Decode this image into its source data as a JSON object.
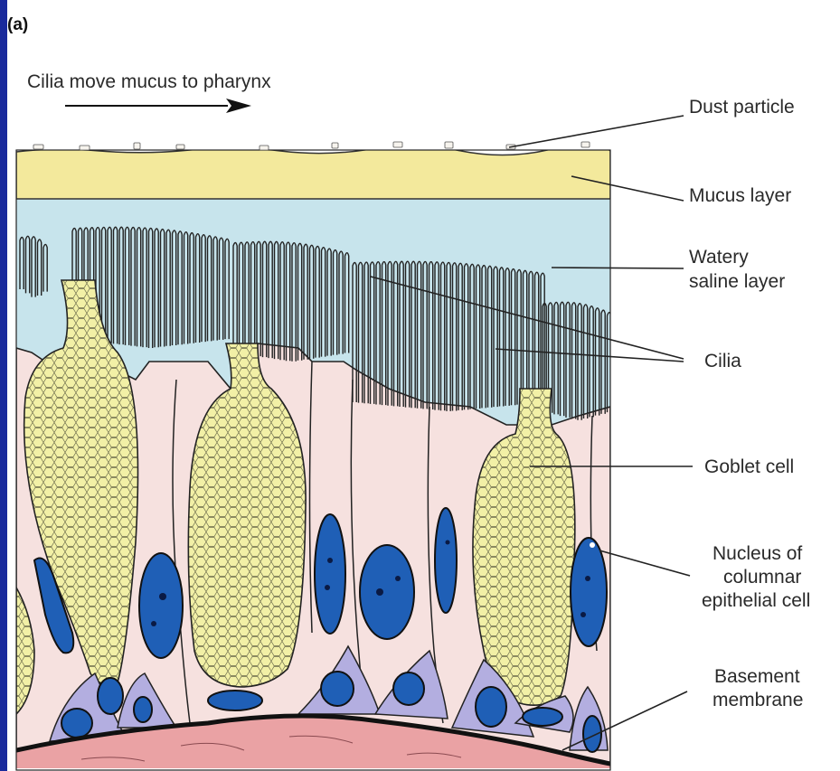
{
  "panel_label": "(a)",
  "flow_caption": "Cilia move mucus to pharynx",
  "labels": {
    "dust_particle": "Dust particle",
    "mucus_layer": "Mucus layer",
    "watery_line1": "Watery",
    "watery_line2": "saline layer",
    "cilia": "Cilia",
    "goblet_cell": "Goblet cell",
    "nucleus_line1": "Nucleus of",
    "nucleus_line2": "columnar",
    "nucleus_line3": "epithelial cell",
    "basement_line1": "Basement",
    "basement_line2": "membrane"
  },
  "colors": {
    "mucus": "#f3e99c",
    "watery": "#c7e4ec",
    "cell_body": "#f6e1df",
    "goblet": "#f2f0a6",
    "nucleus": "#1f5fb6",
    "basal_cell": "#b3aee0",
    "connective": "#eaa2a4",
    "frame": "#1a2a9c"
  }
}
